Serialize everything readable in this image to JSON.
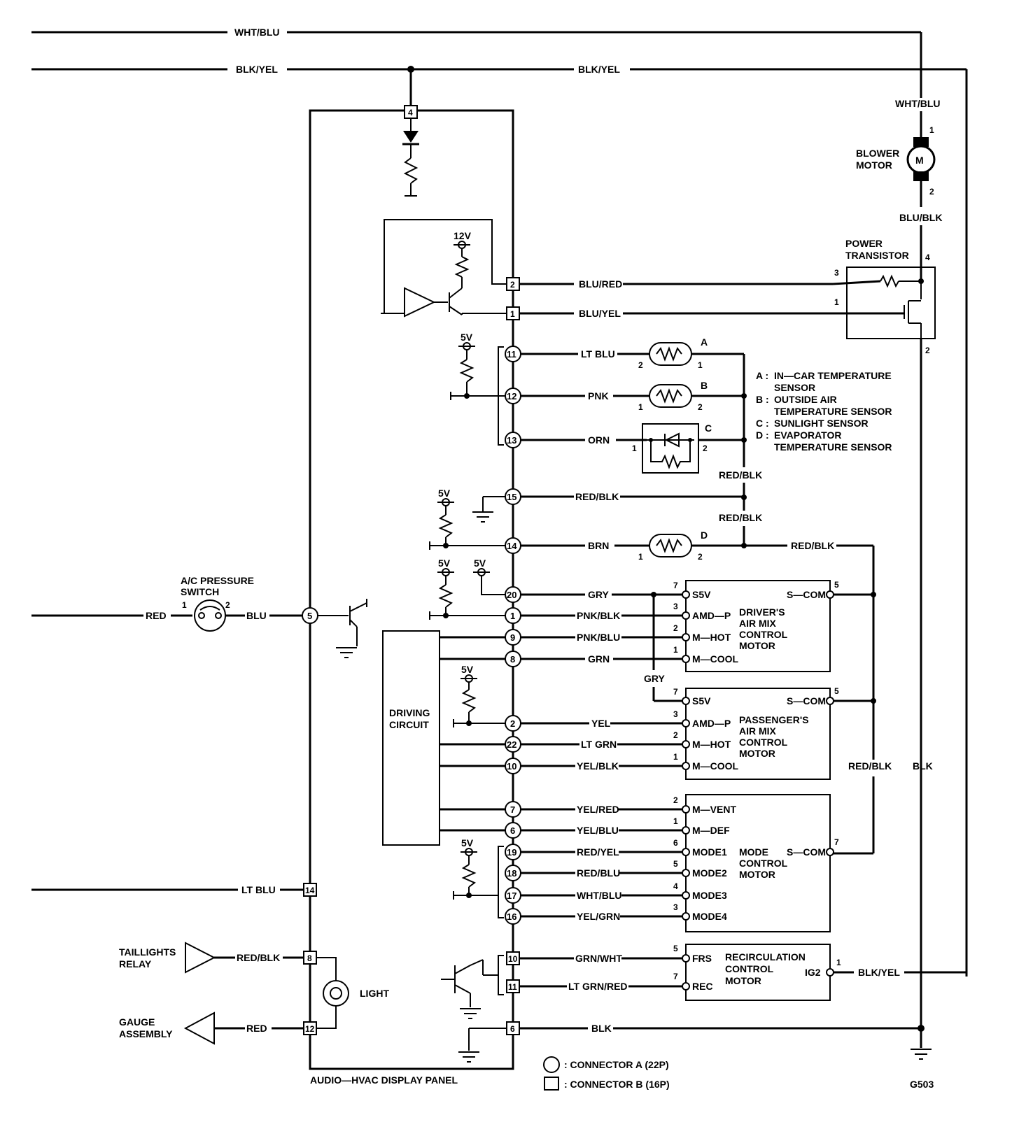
{
  "wires": {
    "wht_blu": "WHT/BLU",
    "blk_yel": "BLK/YEL",
    "blu_red": "BLU/RED",
    "blu_yel": "BLU/YEL",
    "blu_blk": "BLU/BLK",
    "lt_blu": "LT BLU",
    "pnk": "PNK",
    "orn": "ORN",
    "red_blk": "RED/BLK",
    "brn": "BRN",
    "gry": "GRY",
    "pnk_blk": "PNK/BLK",
    "pnk_blu": "PNK/BLU",
    "grn": "GRN",
    "yel": "YEL",
    "lt_grn": "LT GRN",
    "yel_blk": "YEL/BLK",
    "yel_red": "YEL/RED",
    "yel_blu": "YEL/BLU",
    "red_yel": "RED/YEL",
    "red_blu": "RED/BLU",
    "yel_grn": "YEL/GRN",
    "grn_wht": "GRN/WHT",
    "lt_grn_red": "LT GRN/RED",
    "blk": "BLK",
    "red": "RED",
    "blu": "BLU"
  },
  "components": {
    "blower_motor": [
      "BLOWER",
      "MOTOR"
    ],
    "motor_symbol": "M",
    "power_transistor": [
      "POWER",
      "TRANSISTOR"
    ],
    "ac_pressure_switch": [
      "A/C PRESSURE",
      "SWITCH"
    ],
    "driving_circuit": [
      "DRIVING",
      "CIRCUIT"
    ],
    "drivers_air_mix": [
      "DRIVER'S",
      "AIR MIX",
      "CONTROL",
      "MOTOR"
    ],
    "passengers_air_mix": [
      "PASSENGER'S",
      "AIR MIX",
      "CONTROL",
      "MOTOR"
    ],
    "mode_control": [
      "MODE",
      "CONTROL",
      "MOTOR"
    ],
    "recirculation": [
      "RECIRCULATION",
      "CONTROL",
      "MOTOR"
    ],
    "taillights_relay": [
      "TAILLIGHTS",
      "RELAY"
    ],
    "gauge_assembly": [
      "GAUGE",
      "ASSEMBLY"
    ],
    "light": "LIGHT",
    "panel": "AUDIO—HVAC DISPLAY PANEL",
    "ground": "G503"
  },
  "supply": {
    "v12": "12V",
    "v5": "5V"
  },
  "motor_pins": {
    "s5v": "S5V",
    "amd_p": "AMD—P",
    "m_hot": "M—HOT",
    "m_cool": "M—COOL",
    "s_com": "S—COM",
    "m_vent": "M—VENT",
    "m_def": "M—DEF",
    "mode1": "MODE1",
    "mode2": "MODE2",
    "mode3": "MODE3",
    "mode4": "MODE4",
    "frs": "FRS",
    "rec": "REC",
    "ig2": "IG2"
  },
  "sensor_legend": [
    {
      "key": "A :",
      "lines": [
        "IN—CAR TEMPERATURE",
        "SENSOR"
      ]
    },
    {
      "key": "B :",
      "lines": [
        "OUTSIDE AIR",
        "TEMPERATURE SENSOR"
      ]
    },
    {
      "key": "C :",
      "lines": [
        "SUNLIGHT SENSOR"
      ]
    },
    {
      "key": "D :",
      "lines": [
        "EVAPORATOR",
        "TEMPERATURE SENSOR"
      ]
    }
  ],
  "sensor_letters": [
    "A",
    "B",
    "C",
    "D"
  ],
  "connector_legend": {
    "a": ": CONNECTOR A (22P)",
    "b": ": CONNECTOR B (16P)"
  }
}
